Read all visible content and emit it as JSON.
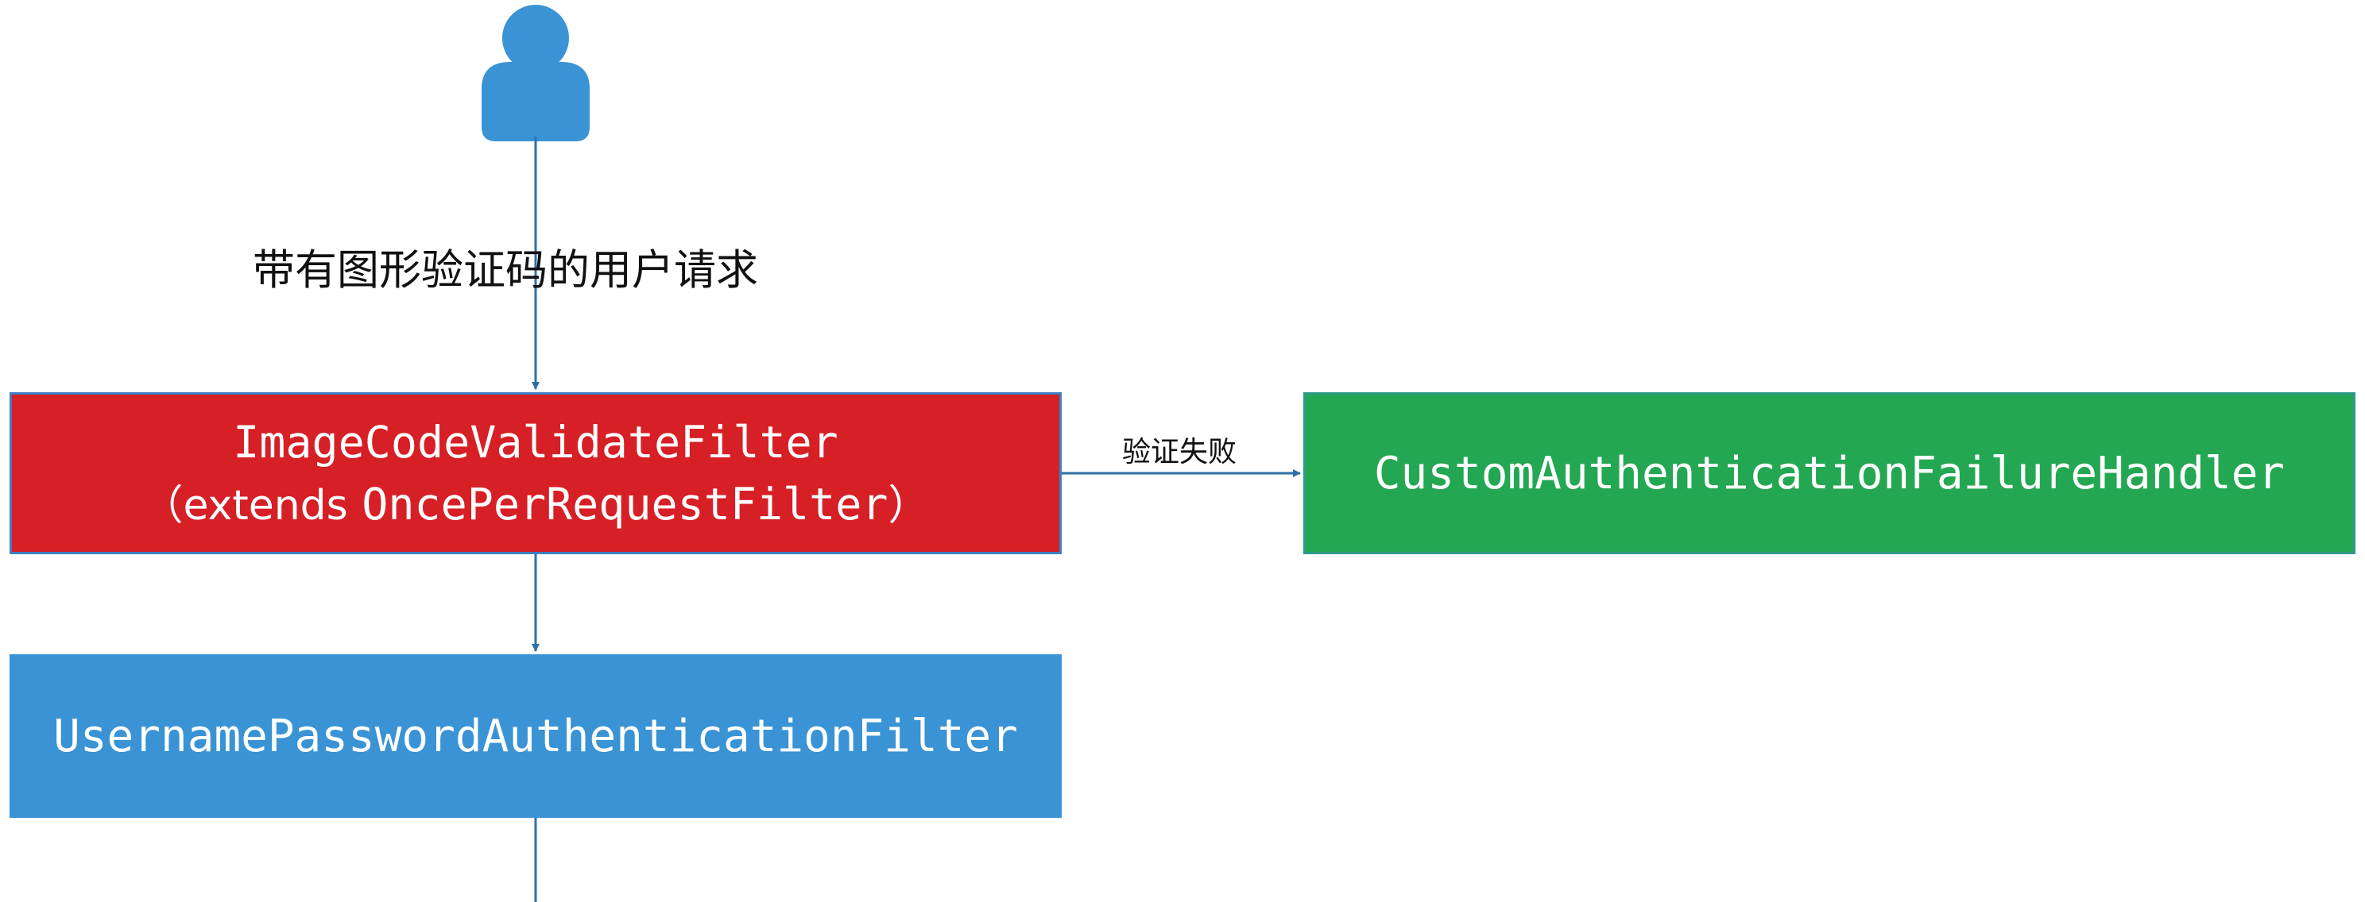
{
  "colors": {
    "filter_fill": "#d71f26",
    "filter_border": "#3d7fc0",
    "failure_fill": "#24a753",
    "failure_border": "#2e9a8a",
    "upaf_fill": "#3a93d4",
    "user_icon": "#3a93d4",
    "connector": "#2e6fa5"
  },
  "icons": {
    "user": "user-icon"
  },
  "labels": {
    "request": "带有图形验证码的用户请求",
    "fail": "验证失败"
  },
  "nodes": {
    "filter": {
      "name": "ImageCodeValidateFilter",
      "open_paren": "（",
      "extends_word": "extends",
      "parent": "OncePerRequestFilter",
      "close_paren": "）"
    },
    "failure_handler": {
      "name": "CustomAuthenticationFailureHandler"
    },
    "upaf": {
      "name": "UsernamePasswordAuthenticationFilter"
    }
  }
}
